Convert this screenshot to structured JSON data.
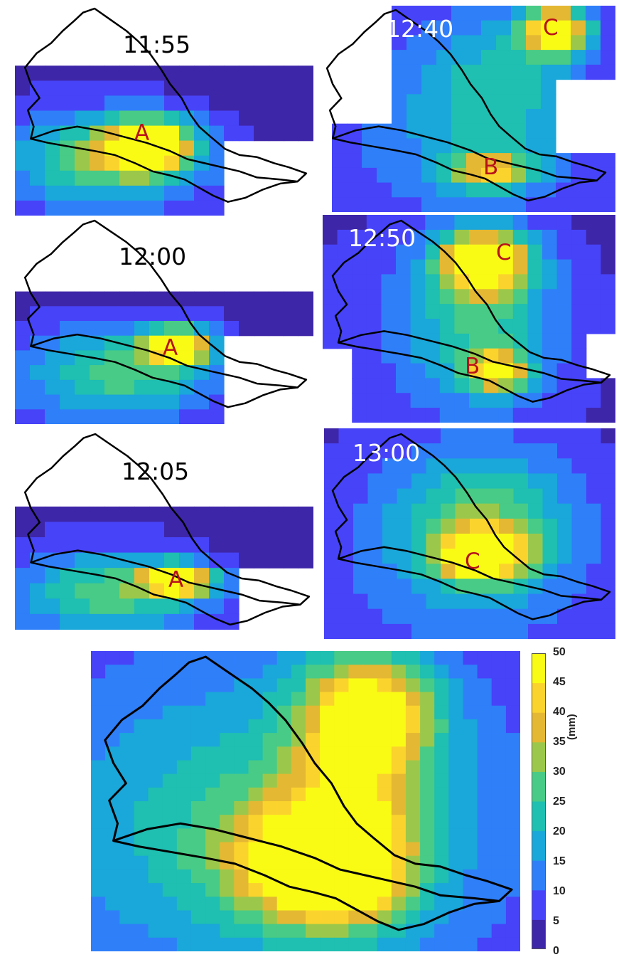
{
  "panels": [
    {
      "time": "11:55",
      "cells": [
        {
          "label": "A"
        }
      ]
    },
    {
      "time": "12:40",
      "cells": [
        {
          "label": "B"
        },
        {
          "label": "C"
        }
      ]
    },
    {
      "time": "12:00",
      "cells": [
        {
          "label": "A"
        }
      ]
    },
    {
      "time": "12:50",
      "cells": [
        {
          "label": "C"
        },
        {
          "label": "B"
        }
      ]
    },
    {
      "time": "12:05",
      "cells": [
        {
          "label": "A"
        }
      ]
    },
    {
      "time": "13:00",
      "cells": [
        {
          "label": "C"
        }
      ]
    }
  ],
  "colorbar": {
    "unit": "(mm)",
    "ticks": [
      "50",
      "45",
      "40",
      "35",
      "30",
      "25",
      "20",
      "15",
      "10",
      "5",
      "0"
    ],
    "range": [
      0,
      50
    ],
    "colormap": [
      "#3e26a8",
      "#4743f8",
      "#2f7ff9",
      "#1aa7d9",
      "#1fbfb1",
      "#48cb86",
      "#9bc84a",
      "#e4b833",
      "#fbd32d",
      "#f9fb15"
    ]
  },
  "map_style": {
    "boundary_color": "#000000",
    "no_data_color": "#ffffff",
    "label_color": "#b8121b"
  }
}
